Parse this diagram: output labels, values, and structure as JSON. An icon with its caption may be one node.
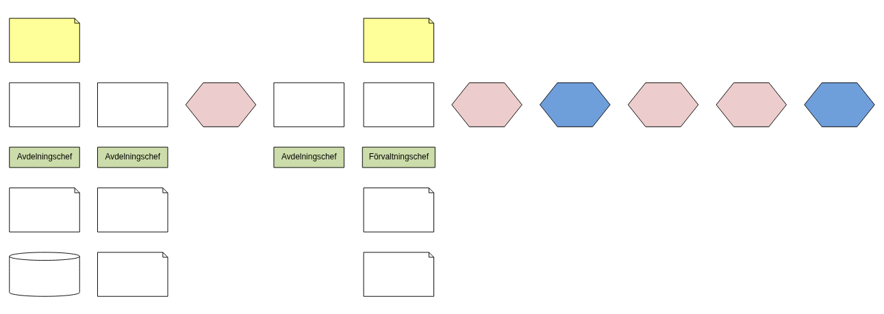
{
  "diagram": {
    "nodes": [
      {
        "text": [],
        "shape": "document"
      },
      {
        "text": [],
        "shape": "document"
      },
      {
        "text": [],
        "shape": "hexagon"
      },
      {
        "text": [],
        "shape": "box"
      },
      {
        "text": [],
        "shape": "hexagon"
      },
      {
        "text": [],
        "shape": "box"
      },
      {
        "text": [],
        "shape": "hexagon"
      },
      {
        "text": [],
        "shape": "box"
      },
      {
        "text": [],
        "shape": "hexagon"
      },
      {
        "text": [],
        "shape": "box"
      },
      {
        "text": [],
        "shape": "hexagon"
      },
      {
        "text": [],
        "shape": "hexagon"
      },
      {
        "text": [
          "Avdelningschef"
        ]
      },
      {
        "text": [
          "Avdelningschef"
        ]
      },
      {
        "text": [
          "Avdelningschef"
        ]
      },
      {
        "text": [
          "Förvaltningschef"
        ]
      },
      {
        "text": [],
        "shape": "document"
      },
      {
        "text": [],
        "shape": "document"
      },
      {
        "text": [],
        "shape": "document"
      },
      {
        "text": [],
        "shape": "cylinder"
      },
      {
        "text": [],
        "shape": "document"
      },
      {
        "text": [],
        "shape": "document"
      }
    ]
  }
}
